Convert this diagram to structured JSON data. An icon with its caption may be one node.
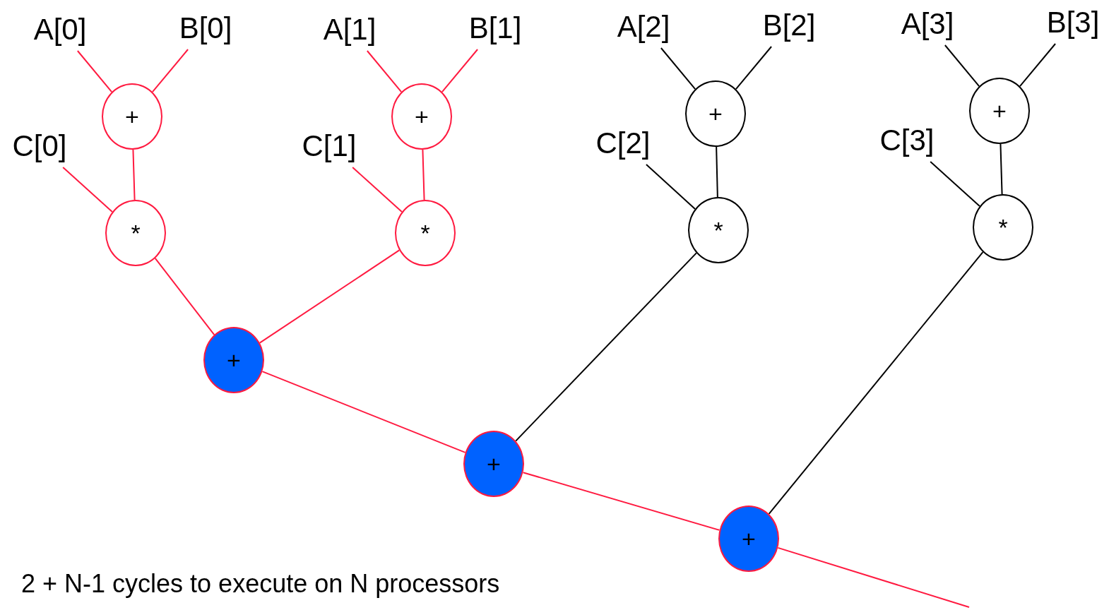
{
  "diagram": {
    "caption": "2 + N-1 cycles to execute on N processors",
    "nodes": [
      {
        "text": [
          "A[0]"
        ]
      },
      {
        "text": [
          "B[0]"
        ]
      },
      {
        "text": [
          "+"
        ]
      },
      {
        "text": [
          "C[0]"
        ]
      },
      {
        "text": [
          "*"
        ]
      },
      {
        "text": [
          "A[1]"
        ]
      },
      {
        "text": [
          "B[1]"
        ]
      },
      {
        "text": [
          "+"
        ]
      },
      {
        "text": [
          "C[1]"
        ]
      },
      {
        "text": [
          "*"
        ]
      },
      {
        "text": [
          "A[2]"
        ]
      },
      {
        "text": [
          "B[2]"
        ]
      },
      {
        "text": [
          "+"
        ]
      },
      {
        "text": [
          "C[2]"
        ]
      },
      {
        "text": [
          "*"
        ]
      },
      {
        "text": [
          "A[3]"
        ]
      },
      {
        "text": [
          "B[3]"
        ]
      },
      {
        "text": [
          "+"
        ]
      },
      {
        "text": [
          "C[3]"
        ]
      },
      {
        "text": [
          "*"
        ]
      },
      {
        "text": [
          "+"
        ]
      },
      {
        "text": [
          "+"
        ]
      },
      {
        "text": [
          "+"
        ]
      }
    ],
    "edges": [
      {
        "from": 0,
        "to": 2,
        "arrow": "none"
      },
      {
        "from": 1,
        "to": 2,
        "arrow": "none"
      },
      {
        "from": 2,
        "to": 4,
        "arrow": "none"
      },
      {
        "from": 3,
        "to": 4,
        "arrow": "none"
      },
      {
        "from": 5,
        "to": 7,
        "arrow": "none"
      },
      {
        "from": 6,
        "to": 7,
        "arrow": "none"
      },
      {
        "from": 7,
        "to": 9,
        "arrow": "none"
      },
      {
        "from": 8,
        "to": 9,
        "arrow": "none"
      },
      {
        "from": 10,
        "to": 12,
        "arrow": "none",
        "color": "#000000"
      },
      {
        "from": 11,
        "to": 12,
        "arrow": "none",
        "color": "#000000"
      },
      {
        "from": 12,
        "to": 14,
        "arrow": "none",
        "color": "#000000"
      },
      {
        "from": 13,
        "to": 14,
        "arrow": "none",
        "color": "#000000"
      },
      {
        "from": 15,
        "to": 17,
        "arrow": "none",
        "color": "#000000"
      },
      {
        "from": 16,
        "to": 17,
        "arrow": "none",
        "color": "#000000"
      },
      {
        "from": 17,
        "to": 19,
        "arrow": "none",
        "color": "#000000"
      },
      {
        "from": 18,
        "to": 19,
        "arrow": "none",
        "color": "#000000"
      },
      {
        "from": 4,
        "to": 20,
        "arrow": "none"
      },
      {
        "from": 9,
        "to": 20,
        "arrow": "none"
      },
      {
        "from": 20,
        "to": 21,
        "arrow": "none"
      },
      {
        "from": 14,
        "to": 21,
        "arrow": "none",
        "color": "#000000"
      },
      {
        "from": 21,
        "to": 22,
        "arrow": "none"
      },
      {
        "from": 19,
        "to": 22,
        "arrow": "none",
        "color": "#000000"
      },
      {
        "from": 22,
        "to": null,
        "arrow": "none"
      }
    ]
  }
}
